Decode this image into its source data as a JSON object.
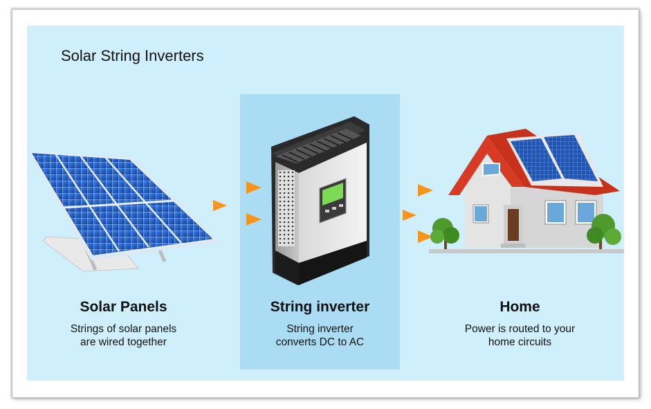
{
  "title": "Solar String Inverters",
  "stages": [
    {
      "heading": "Solar Panels",
      "line1": "Strings of solar panels",
      "line2": "are wired together"
    },
    {
      "heading": "String inverter",
      "line1": "String inverter",
      "line2": "converts DC to AC"
    },
    {
      "heading": "Home",
      "line1": "Power is routed to your",
      "line2": "home circuits"
    }
  ],
  "colors": {
    "background": "#cfeffc",
    "inverter_band": "#aadcf3",
    "arrow": "#f7941d",
    "panel_cell": "#1f5bc4",
    "roof": "#d93a24"
  },
  "icons": [
    "solar-panel-icon",
    "inverter-icon",
    "house-icon",
    "arrow-right-icon"
  ]
}
